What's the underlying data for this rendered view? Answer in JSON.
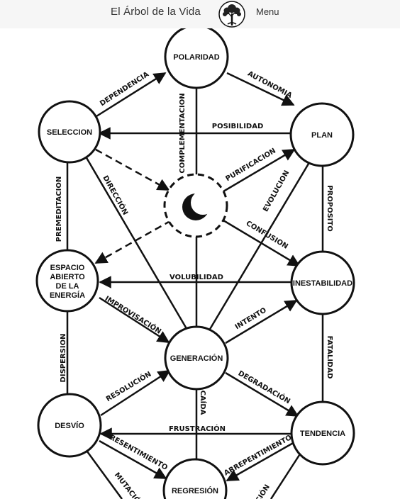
{
  "header": {
    "site_title": "El Árbol de la Vida",
    "menu_label": "Menu",
    "logo_icon": "tree-of-life-logo"
  },
  "diagram": {
    "center_icon": "crescent-moon-icon",
    "nodes": {
      "polaridad": "POLARIDAD",
      "seleccion": "SELECCION",
      "plan": "PLAN",
      "espacio": [
        "ESPACIO",
        "ABIERTO",
        "DE LA",
        "ENERGÍA"
      ],
      "inestabilidad": "INESTABILIDAD",
      "generacion": "GENERACIÓN",
      "desvio": "DESVÍO",
      "tendencia": "TENDENCIA",
      "regresion": "REGRESIÓN"
    },
    "edges": {
      "dependencia": "DEPENDENCIA",
      "autonomia": "AUTONOMIA",
      "posibilidad": "POSIBILIDAD",
      "complementacion": "COMPLEMENTACION",
      "purificacion": "PURIFICACION",
      "direccion": "DIRECCIÓN",
      "premeditacion": "PREMEDITACION",
      "evolucion": "EVOLUCION",
      "proposito": "PROPOSITO",
      "confusion": "CONFUSION",
      "volubilidad": "VOLUBILIDAD",
      "improvisacion": "IMPROVISACIÓN",
      "intento": "INTENTO",
      "dispersion": "DISPERSION",
      "fatalidad": "FATALIDAD",
      "resolucion": "RESOLUCIÓN",
      "degradacion": "DEGRADACIÓN",
      "caida": "CAÍDA",
      "frustracion": "FRUSTRACIÓN",
      "resentimiento": "RESENTIMIENTO",
      "arrepentimiento": "ARREPENTIMIENTO",
      "mutacion": "MUTACIÓ",
      "bottom_right_partial": "CIÓN"
    }
  }
}
